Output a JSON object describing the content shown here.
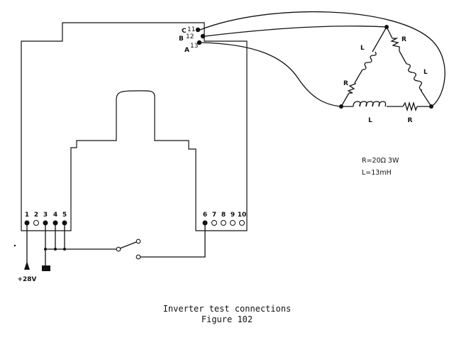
{
  "terminals": {
    "pins_left": [
      "1",
      "2",
      "3",
      "4",
      "5"
    ],
    "pins_right": [
      "6",
      "7",
      "8",
      "9",
      "10"
    ],
    "c_label": "C",
    "c_pin": "11",
    "b_label": "B",
    "b_pin": "12",
    "a_label": "A",
    "a_pin": "13"
  },
  "supply_label": "+28V",
  "load": {
    "inductor_label": "L",
    "resistor_label": "R",
    "r_spec": "R=20Ω 3W",
    "l_spec": "L=13mH"
  },
  "caption": {
    "title": "Inverter test connections",
    "figure": "Figure 102"
  }
}
